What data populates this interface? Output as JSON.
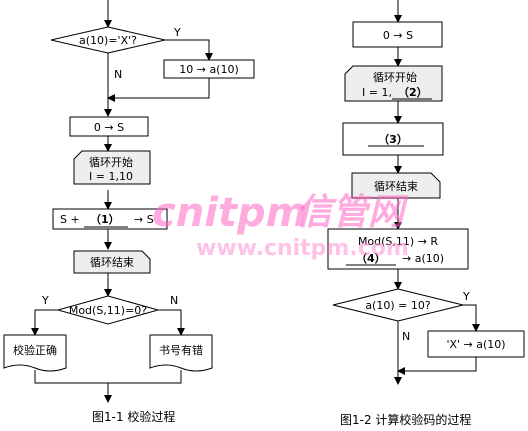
{
  "left": {
    "decision1": "a(10)='X'?",
    "decision1_yes": "Y",
    "decision1_no": "N",
    "assign_x": "10 → a(10)",
    "init_s": "0 → S",
    "loop_start_title": "循环开始",
    "loop_start_range": "I = 1,10",
    "accumulate_prefix": "S +",
    "blank1": "（1）",
    "accumulate_suffix": "→ S",
    "loop_end": "循环结束",
    "decision2": "Mod(S,11)=0?",
    "decision2_yes": "Y",
    "decision2_no": "N",
    "result_ok": "校验正确",
    "result_err": "书号有错",
    "caption": "图1-1  校验过程"
  },
  "right": {
    "init_s": "0 → S",
    "loop_start_title": "循环开始",
    "loop_start_range": "I = 1,",
    "blank2": "（2）",
    "blank3": "（3）",
    "loop_end": "循环结束",
    "mod_line": "Mod(S,11) → R",
    "blank4": "（4）",
    "assign_suffix": "→ a(10)",
    "decision": "a(10) = 10?",
    "decision_yes": "Y",
    "decision_no": "N",
    "assign_x": "'X' → a(10)",
    "caption": "图1-2  计算校验码的过程"
  },
  "watermark": {
    "brand": "cnitpm",
    "brand_cn": "信管网",
    "url": "www.cnitpm.com"
  }
}
